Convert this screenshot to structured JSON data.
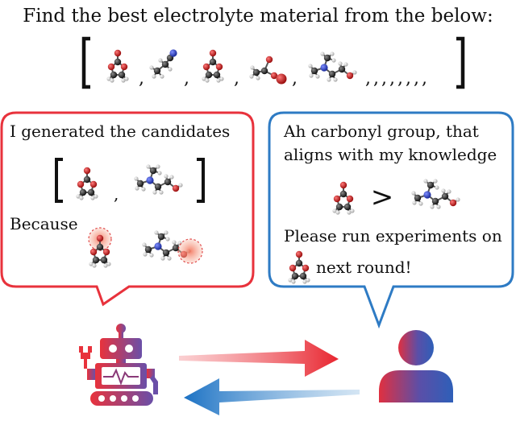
{
  "title": "Find the best electrolyte material from the below:",
  "candidate_list": {
    "molecules": [
      "cyclic-carbonate-molecule",
      "nitrile-molecule",
      "cyclic-carbonate-molecule",
      "ester-molecule",
      "amino-alcohol-molecule"
    ],
    "separator": ",",
    "ellipsis": ",,,,,,,,"
  },
  "robot_bubble": {
    "line1": "I generated the candidates",
    "because": "Because",
    "candidates": [
      "cyclic-carbonate-molecule",
      "amino-alcohol-molecule"
    ],
    "separator": ","
  },
  "human_bubble": {
    "line1": "Ah carbonyl group, that",
    "line2": "aligns with my knowledge",
    "comparison": ">",
    "line3": "Please run experiments on",
    "line4": "next round!"
  },
  "colors": {
    "robot": "#e8323c",
    "human": "#2e7bc4",
    "carbon": "#2a2a2a",
    "oxygen": "#cc1f1f",
    "nitrogen": "#2a3fbf",
    "hydrogen": "#d8d8d8",
    "highlight": "#f08a6e"
  },
  "icons": [
    "robot-icon",
    "person-icon",
    "arrow-right-icon",
    "arrow-left-icon"
  ]
}
